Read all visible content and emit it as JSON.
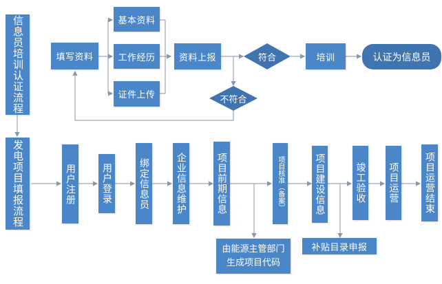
{
  "colors": {
    "box_fill": "#4a86c8",
    "decision_fill": "#3f74b0",
    "terminal_fill": "#3f74b0",
    "connector": "#9aa8b8",
    "text": "#ffffff"
  },
  "training_flow": {
    "title": "信息员培训认证流程",
    "fill_info": "填写资料",
    "sub_items": [
      "基本资料",
      "工作经历",
      "证件上传"
    ],
    "submit": "资料上报",
    "pass_decision": "符合",
    "fail_decision": "不符合",
    "training": "培训",
    "terminal": "认证为信息员"
  },
  "reporting_flow": {
    "title": "发电项目填报流程",
    "steps": [
      "用户注册",
      "用户登录",
      "绑定信息员",
      "企业信息维护",
      "项目前期信息",
      "项目核准（备案）",
      "项目建设信息",
      "竣工验收",
      "项目运营",
      "项目运营结束"
    ],
    "branch_code": [
      "由能源主管部门",
      "生成项目代码"
    ],
    "branch_subsidy": "补贴目录申报"
  }
}
